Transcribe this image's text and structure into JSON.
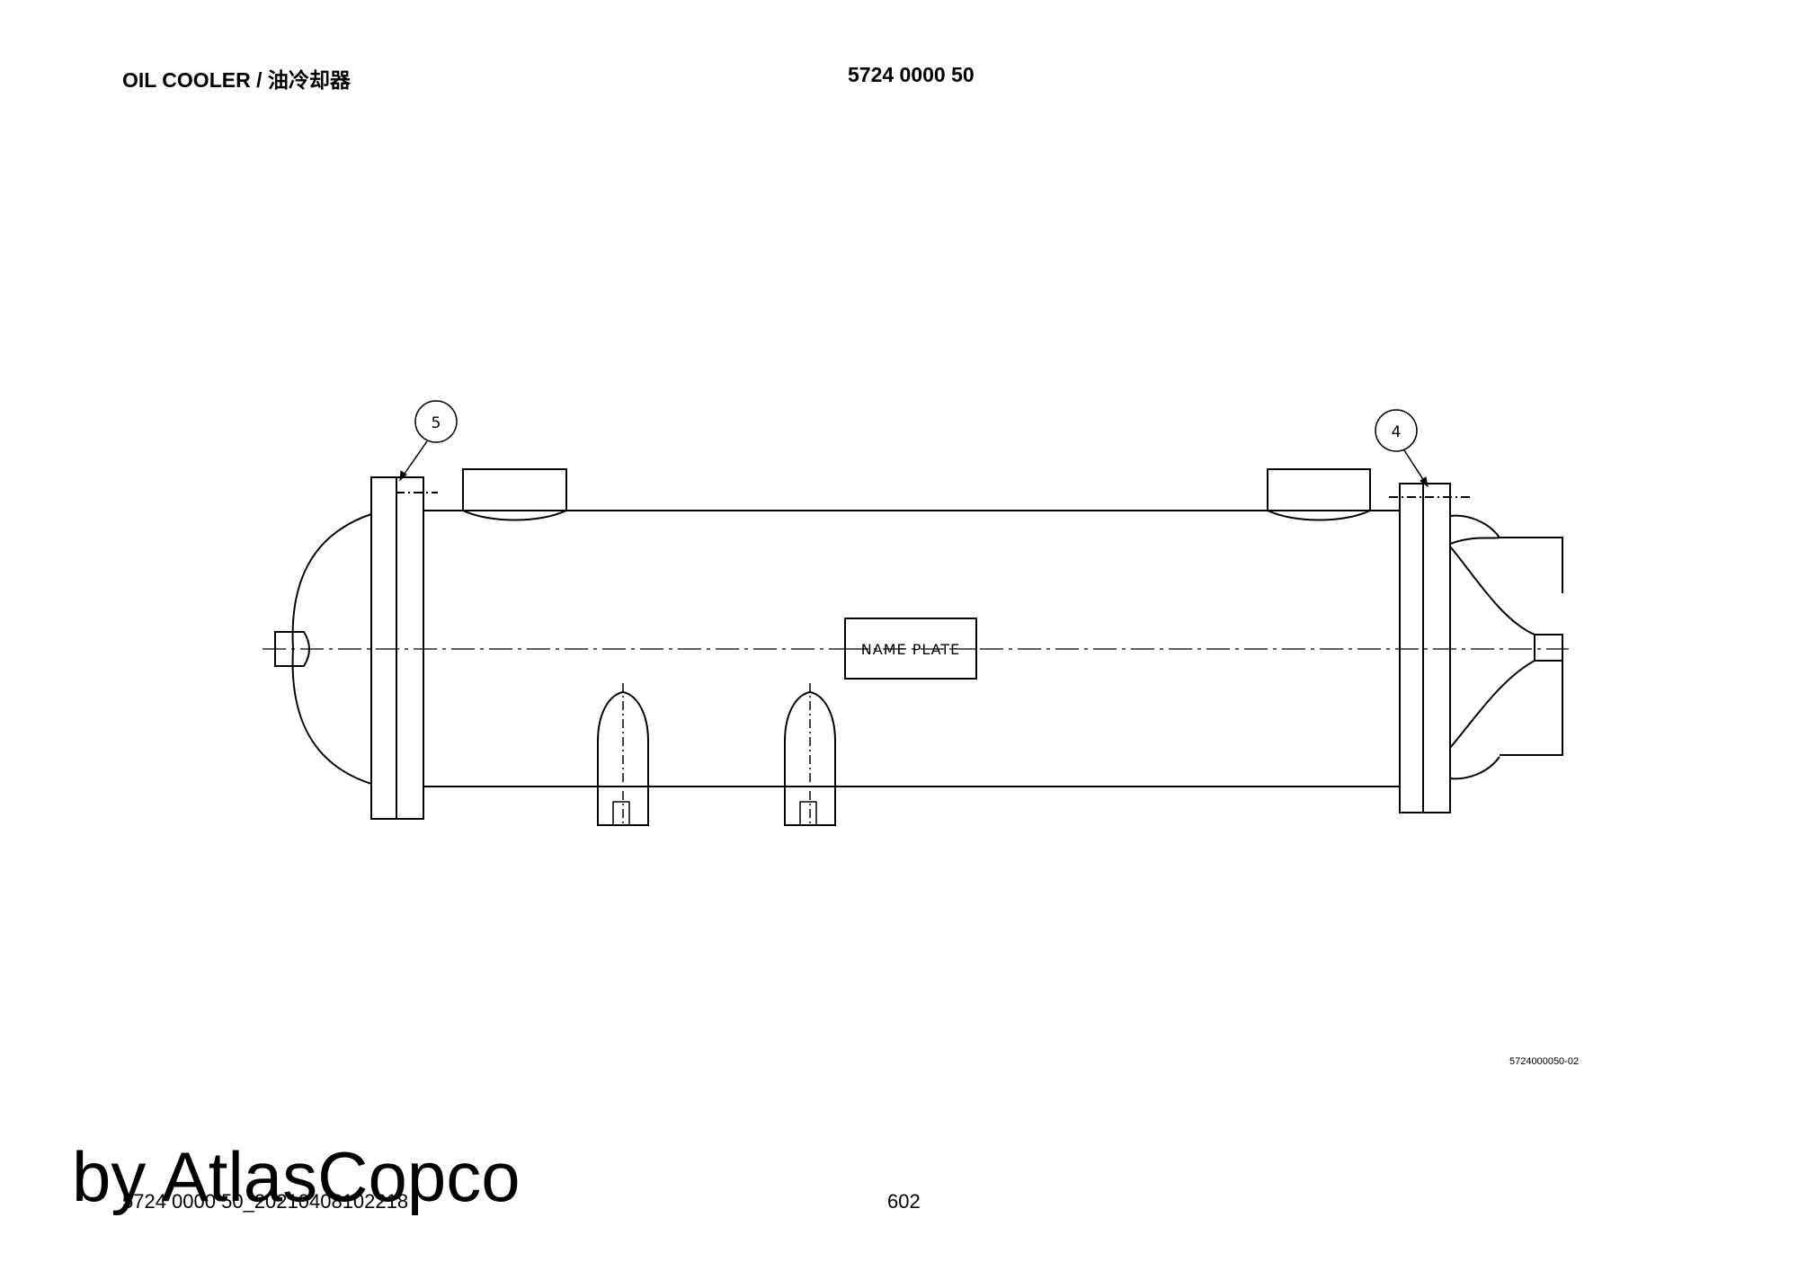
{
  "header": {
    "title": "OIL COOLER / 油冷却器",
    "part_number": "5724 0000 50"
  },
  "drawing": {
    "balloons": [
      {
        "label": "5"
      },
      {
        "label": "4"
      }
    ],
    "name_plate_label": "NAME PLATE",
    "drawing_ref": "5724000050-02"
  },
  "footer": {
    "doc_id": "5724 0000 50_20210408102218",
    "page_number": "602",
    "watermark": "by AtlasCopco"
  }
}
